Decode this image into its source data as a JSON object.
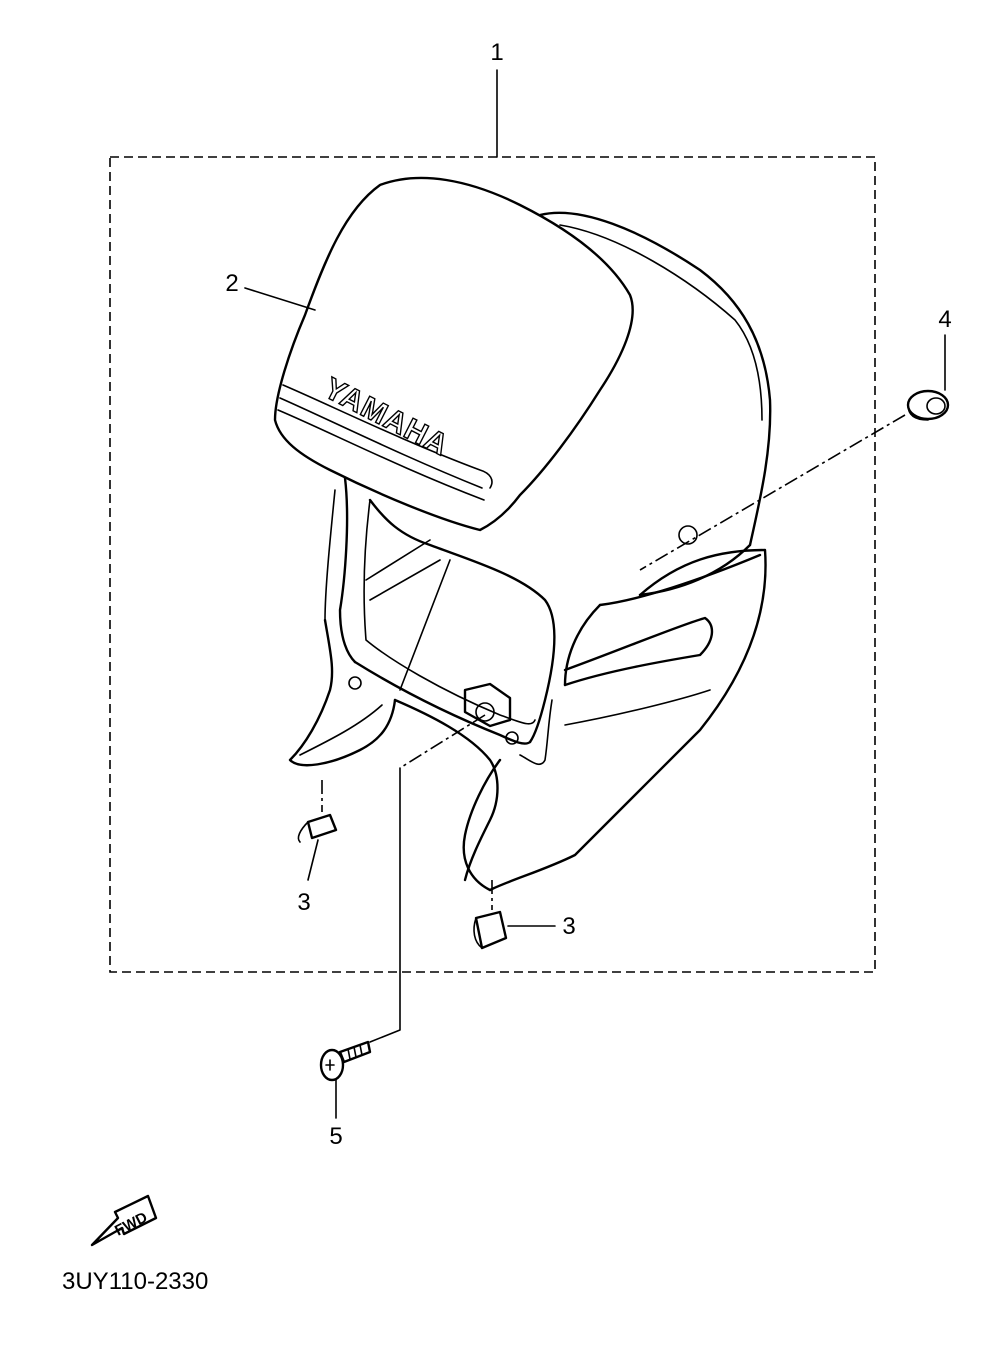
{
  "callouts": {
    "assembly": "1",
    "visor": "2",
    "damper_left": "3",
    "damper_right": "3",
    "grommet": "4",
    "screw": "5"
  },
  "brand_text": "YAMAHA",
  "forward_label": "FWD",
  "diagram_code": "3UY110-2330"
}
